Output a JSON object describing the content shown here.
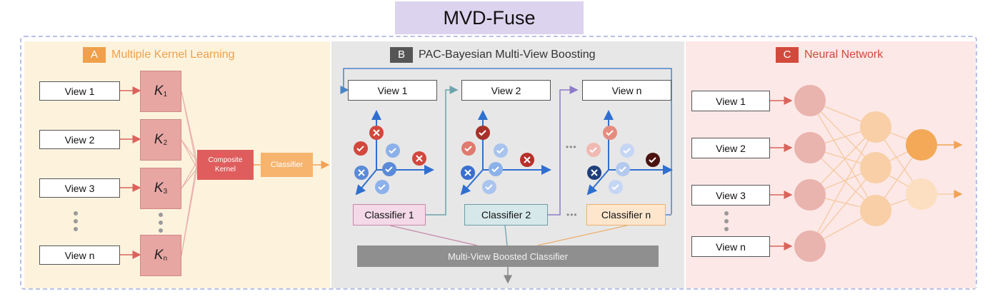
{
  "title": "MVD-Fuse",
  "panel_a": {
    "badge": "A",
    "title": "Multiple Kernel Learning",
    "views": [
      "View 1",
      "View 2",
      "View 3",
      "View n"
    ],
    "kernels": [
      {
        "letter": "K",
        "sub": "1"
      },
      {
        "letter": "K",
        "sub": "2"
      },
      {
        "letter": "K",
        "sub": "3"
      },
      {
        "letter": "K",
        "sub": "n"
      }
    ],
    "composite_line1": "Composite",
    "composite_line2": "Kernel",
    "classifier": "Classifier"
  },
  "panel_b": {
    "badge": "B",
    "title": "PAC-Bayesian Multi-View Boosting",
    "views": [
      "View 1",
      "View 2",
      "View n"
    ],
    "classifiers": [
      "Classifier 1",
      "Classifier 2",
      "Classifier n"
    ],
    "ellipsis": "•••",
    "boosted": "Multi-View Boosted Classifier"
  },
  "panel_c": {
    "badge": "C",
    "title": "Neural Network",
    "views": [
      "View 1",
      "View 2",
      "View 3",
      "View n"
    ]
  },
  "colors": {
    "badge_a": "#f0a04b",
    "badge_b": "#555555",
    "badge_c": "#d24a3c",
    "title_a": "#f0a04b",
    "title_c": "#d24a3c",
    "composite": "#df5d5d",
    "classifier_a": "#f6b46e",
    "clf1_bg": "#f4d9e8",
    "clf1_border": "#c58aa8",
    "clf2_bg": "#d6e8ea",
    "clf2_border": "#6c9ca3",
    "clfn_bg": "#fde6cc",
    "clfn_border": "#ecb072",
    "boosted": "#8f8f8f",
    "axis": "#2f6fd0"
  }
}
